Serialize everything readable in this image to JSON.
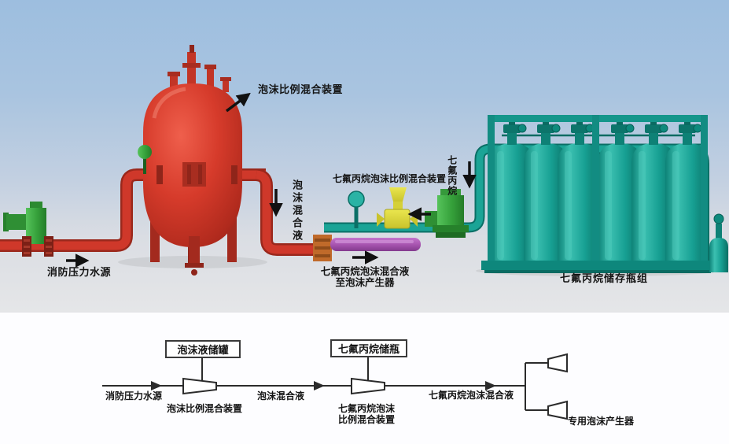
{
  "scene": {
    "labels": {
      "tank_callout": "泡沫比例混合装置",
      "foam_mixture": "泡沫混合液",
      "hfc_mixer": "七氟丙烷泡沫比例混合装置",
      "hfc": "七氟丙烷",
      "water_source": "消防压力水源",
      "mixture_out_line1": "七氟丙烷泡沫混合液",
      "mixture_out_line2": "至泡沫产生器",
      "cylinder_group": "七氟丙烷储存瓶组"
    }
  },
  "schematic": {
    "boxes": {
      "foam_tank": "泡沫液储罐",
      "hfc_cylinder": "七氟丙烷储瓶"
    },
    "labels": {
      "water_source": "消防压力水源",
      "proportioner": "泡沫比例混合装置",
      "foam_mixture": "泡沫混合液",
      "hfc_proportioner_line1": "七氟丙烷泡沫",
      "hfc_proportioner_line2": "比例混合装置",
      "hfc_foam_mixture": "七氟丙烷泡沫混合液",
      "foam_generator": "专用泡沫产生器"
    }
  },
  "colors": {
    "tank_red": "#cf382a",
    "cylinder_teal": "#18a295",
    "valve_green": "#3aa83e",
    "valve_yellow": "#ddd83a",
    "pipe_purple": "#a855b0",
    "flange_orange": "#c06a2a",
    "sky_blue": "#a6c2e0",
    "schematic_line": "#2b2b2b"
  }
}
